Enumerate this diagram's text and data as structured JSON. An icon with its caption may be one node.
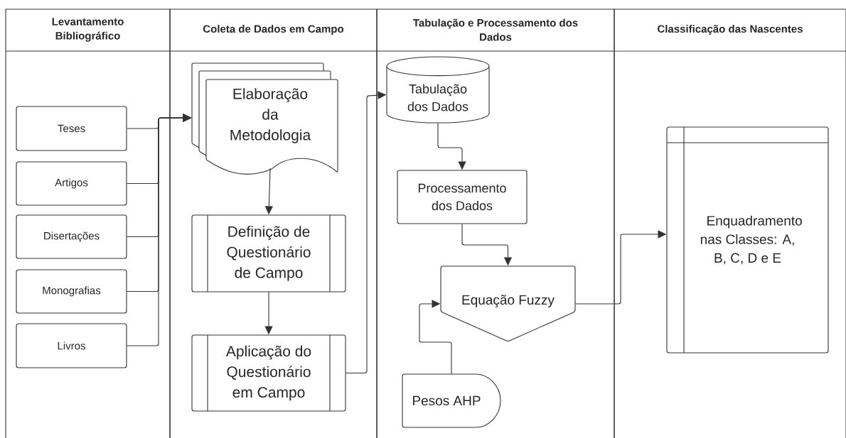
{
  "diagram": {
    "nodes": [
      {
        "text": [
          "Levantamento Bibliográfico"
        ]
      },
      {
        "text": [
          "Coleta de Dados em Campo"
        ]
      },
      {
        "text": [
          "Tabulação e Processamento dos Dados"
        ]
      },
      {
        "text": [
          "Classificação das Nascentes"
        ]
      },
      {
        "text": [
          "Teses"
        ],
        "in": 0
      },
      {
        "text": [
          "Artigos"
        ],
        "in": 0
      },
      {
        "text": [
          "Disertações"
        ],
        "in": 0
      },
      {
        "text": [
          "Monografias"
        ],
        "in": 0
      },
      {
        "text": [
          "Livros"
        ],
        "in": 0
      },
      {
        "text": [
          "Elaboração da Metodologia"
        ],
        "in": 1
      },
      {
        "text": [
          "Definição de Questionário de Campo"
        ],
        "in": 1
      },
      {
        "text": [
          "Aplicação do Questionário em Campo"
        ],
        "in": 1
      },
      {
        "text": [
          "Tabulação dos Dados"
        ],
        "in": 2
      },
      {
        "text": [
          "Processamento dos Dados"
        ],
        "in": 2
      },
      {
        "text": [
          "Equação Fuzzy"
        ],
        "in": 2
      },
      {
        "text": [
          "Pesos AHP"
        ],
        "in": 2
      },
      {
        "text": [
          "Enquadramento nas Classes: A, B, C, D e E"
        ],
        "in": 3
      }
    ],
    "edges": [
      {
        "from": 4,
        "to": 9,
        "arrow": "to"
      },
      {
        "from": 5,
        "to": 9,
        "arrow": "to"
      },
      {
        "from": 6,
        "to": 9,
        "arrow": "to"
      },
      {
        "from": 7,
        "to": 9,
        "arrow": "to"
      },
      {
        "from": 8,
        "to": 9,
        "arrow": "to"
      },
      {
        "from": 9,
        "to": 10,
        "arrow": "to"
      },
      {
        "from": 10,
        "to": 11,
        "arrow": "to"
      },
      {
        "from": 11,
        "to": 12,
        "arrow": "to"
      },
      {
        "from": 12,
        "to": 13,
        "arrow": "to"
      },
      {
        "from": 13,
        "to": 14,
        "arrow": "to"
      },
      {
        "from": 15,
        "to": 14,
        "arrow": "to"
      },
      {
        "from": 14,
        "to": 16,
        "arrow": "to"
      }
    ]
  }
}
